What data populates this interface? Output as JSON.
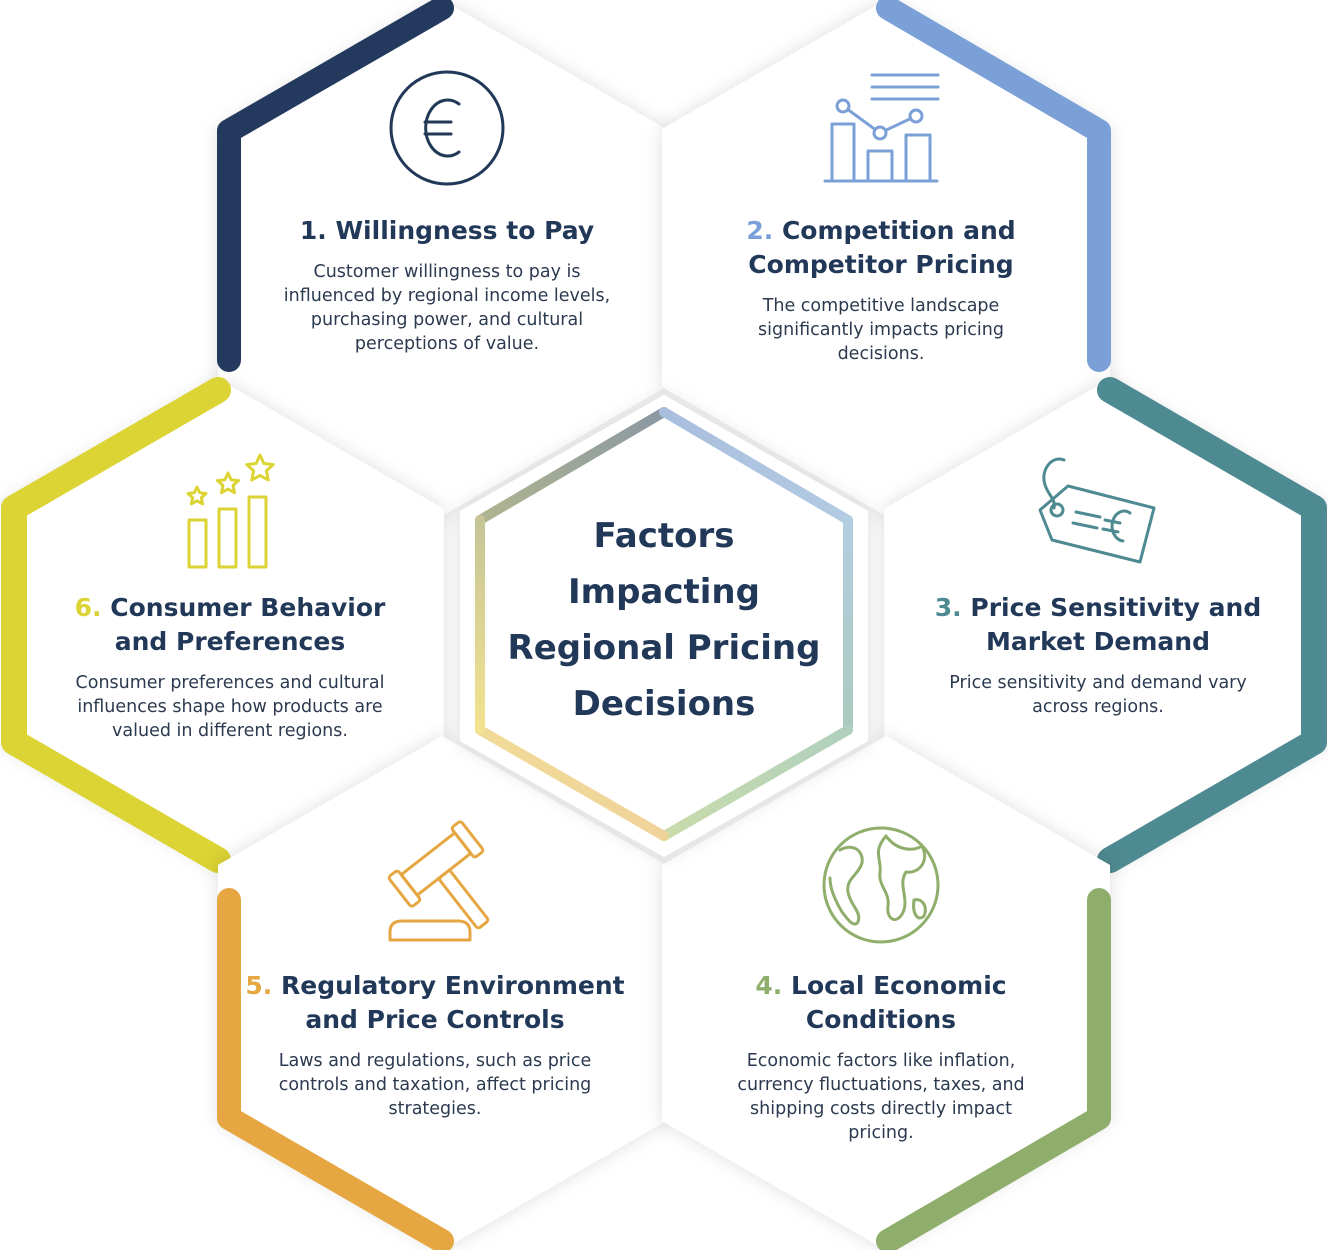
{
  "center": {
    "title_lines": [
      "Factors",
      "Impacting",
      "Regional Pricing",
      "Decisions"
    ]
  },
  "factors": [
    {
      "number": "1.",
      "title_lines": [
        "Willingness to Pay"
      ],
      "description_lines": [
        "Customer willingness to pay is",
        "influenced by regional income levels,",
        "purchasing power, and cultural",
        "perceptions of value."
      ],
      "color": "#233a5e",
      "number_color": "#223858",
      "icon": "euro-coin-icon"
    },
    {
      "number": "2.",
      "title_lines": [
        "Competition and",
        "Competitor Pricing"
      ],
      "description_lines": [
        "The competitive landscape",
        "significantly impacts pricing",
        "decisions."
      ],
      "color": "#7ba0d8",
      "number_color": "#7ba0d8",
      "icon": "bar-chart-icon"
    },
    {
      "number": "3.",
      "title_lines": [
        "Price Sensitivity and",
        "Market Demand"
      ],
      "description_lines": [
        "Price sensitivity and demand vary",
        "across regions."
      ],
      "color": "#4e8a91",
      "number_color": "#4e8a91",
      "icon": "price-tag-icon"
    },
    {
      "number": "4.",
      "title_lines": [
        "Local Economic",
        "Conditions"
      ],
      "description_lines": [
        "Economic factors like inflation,",
        "currency fluctuations, taxes, and",
        "shipping costs directly impact",
        "pricing."
      ],
      "color": "#8fae6c",
      "number_color": "#8fae6c",
      "icon": "globe-icon"
    },
    {
      "number": "5.",
      "title_lines": [
        "Regulatory Environment",
        "and Price Controls"
      ],
      "description_lines": [
        "Laws and regulations, such as price",
        "controls and taxation, affect pricing",
        "strategies."
      ],
      "color": "#e6a742",
      "number_color": "#e6a742",
      "icon": "gavel-icon"
    },
    {
      "number": "6.",
      "title_lines": [
        "Consumer Behavior",
        "and Preferences"
      ],
      "description_lines": [
        "Consumer preferences and cultural",
        "influences shape how products are",
        "valued in different regions."
      ],
      "color": "#dcd334",
      "number_color": "#dcd334",
      "icon": "rating-stars-icon"
    }
  ]
}
